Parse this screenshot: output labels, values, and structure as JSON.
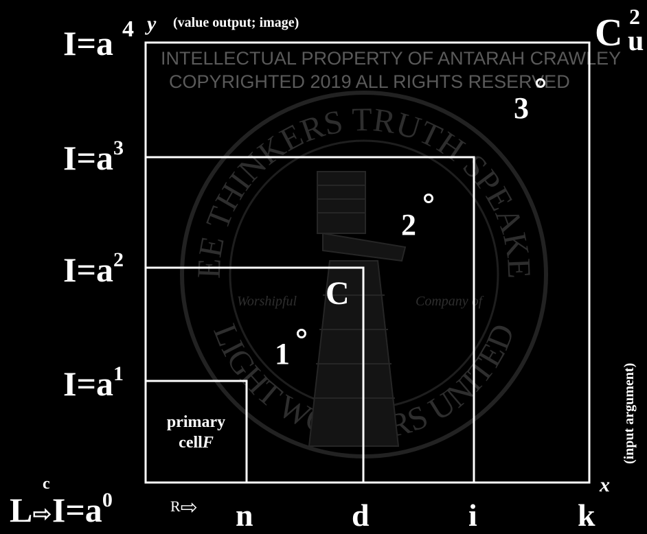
{
  "y_axis": {
    "top_exponent": "4",
    "var": "y",
    "label": "(value output; image)",
    "levels": [
      {
        "base": "I=a",
        "exp": "4"
      },
      {
        "base": "I=a",
        "exp": "3"
      },
      {
        "base": "I=a",
        "exp": "2"
      },
      {
        "base": "I=a",
        "exp": "1"
      },
      {
        "base": "I=a",
        "exp": "0"
      }
    ],
    "origin_prefix": "L",
    "origin_prefix_sup": "c"
  },
  "x_axis": {
    "var": "x",
    "label": "(input argument)",
    "ticks": [
      "n",
      "d",
      "i",
      "k"
    ],
    "start_label": "R"
  },
  "corner": {
    "letter": "C",
    "sup": "2",
    "sub": "u"
  },
  "primary_cell": {
    "line1": "primary",
    "line2": "cell",
    "var": "F"
  },
  "points": [
    {
      "label": "1"
    },
    {
      "label": "2"
    },
    {
      "label": "3"
    }
  ],
  "center_label": "C",
  "watermark": {
    "line1": "INTELLECTUAL PROPERTY OF ANTARAH CRAWLEY",
    "line2": "COPYRIGHTED 2019 ALL RIGHTS RESERVED",
    "seal_top": "FREE THINKERS TRUTH SPEAKERS",
    "seal_bottom": "LIGHT WORKERS UNITED",
    "seal_left": "Worshipful",
    "seal_right": "Company of"
  },
  "colors": {
    "background": "#000000",
    "foreground": "#ffffff",
    "watermark": "#5a5a5a"
  }
}
